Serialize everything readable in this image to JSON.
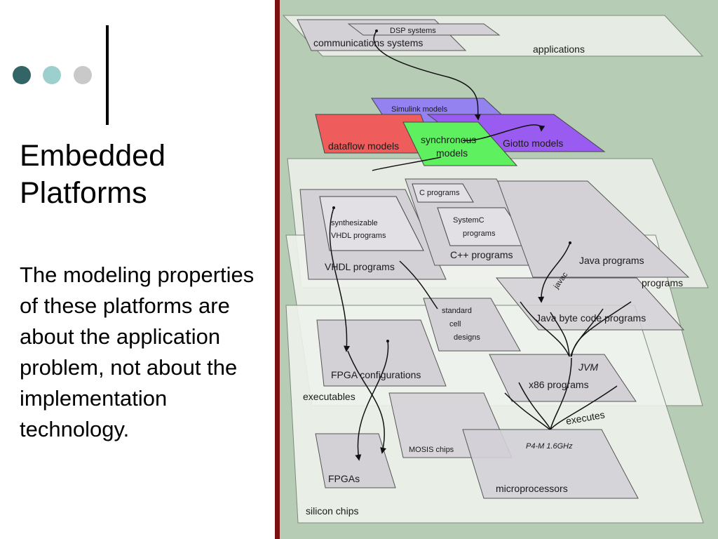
{
  "slide": {
    "title_line1": "Embedded",
    "title_line2": "Platforms",
    "body": "The modeling properties of these platforms are about the application problem, not about the implementation technology."
  },
  "colors": {
    "dot1": "#336466",
    "dot2": "#9ecfcf",
    "dot3": "#c9c9c9",
    "accent_bar": "#7a1010",
    "panel_bg": "#b6ccb4"
  },
  "diagram": {
    "layers": {
      "applications": "applications",
      "programs": "programs",
      "executables": "executables",
      "silicon": "silicon chips"
    },
    "nodes": {
      "dsp": "DSP systems",
      "comm": "communications systems",
      "simulink": "Simulink models",
      "dataflow": "dataflow models",
      "sync1": "synchronous",
      "sync2": "models",
      "giotto": "Giotto models",
      "cprog": "C programs",
      "systemc1": "SystemC",
      "systemc2": "programs",
      "cpp": "C++ programs",
      "synth1": "synthesizable",
      "synth2": "VHDL programs",
      "vhdl": "VHDL programs",
      "java": "Java programs",
      "javac": "javac",
      "bytecode": "Java byte code programs",
      "cell1": "standard",
      "cell2": "cell",
      "cell3": "designs",
      "fpgaconf": "FPGA configurations",
      "jvm": "JVM",
      "x86": "x86 programs",
      "executes": "executes",
      "mosis": "MOSIS chips",
      "p4": "P4-M 1.6GHz",
      "fpgas": "FPGAs",
      "micro": "microprocessors"
    }
  }
}
